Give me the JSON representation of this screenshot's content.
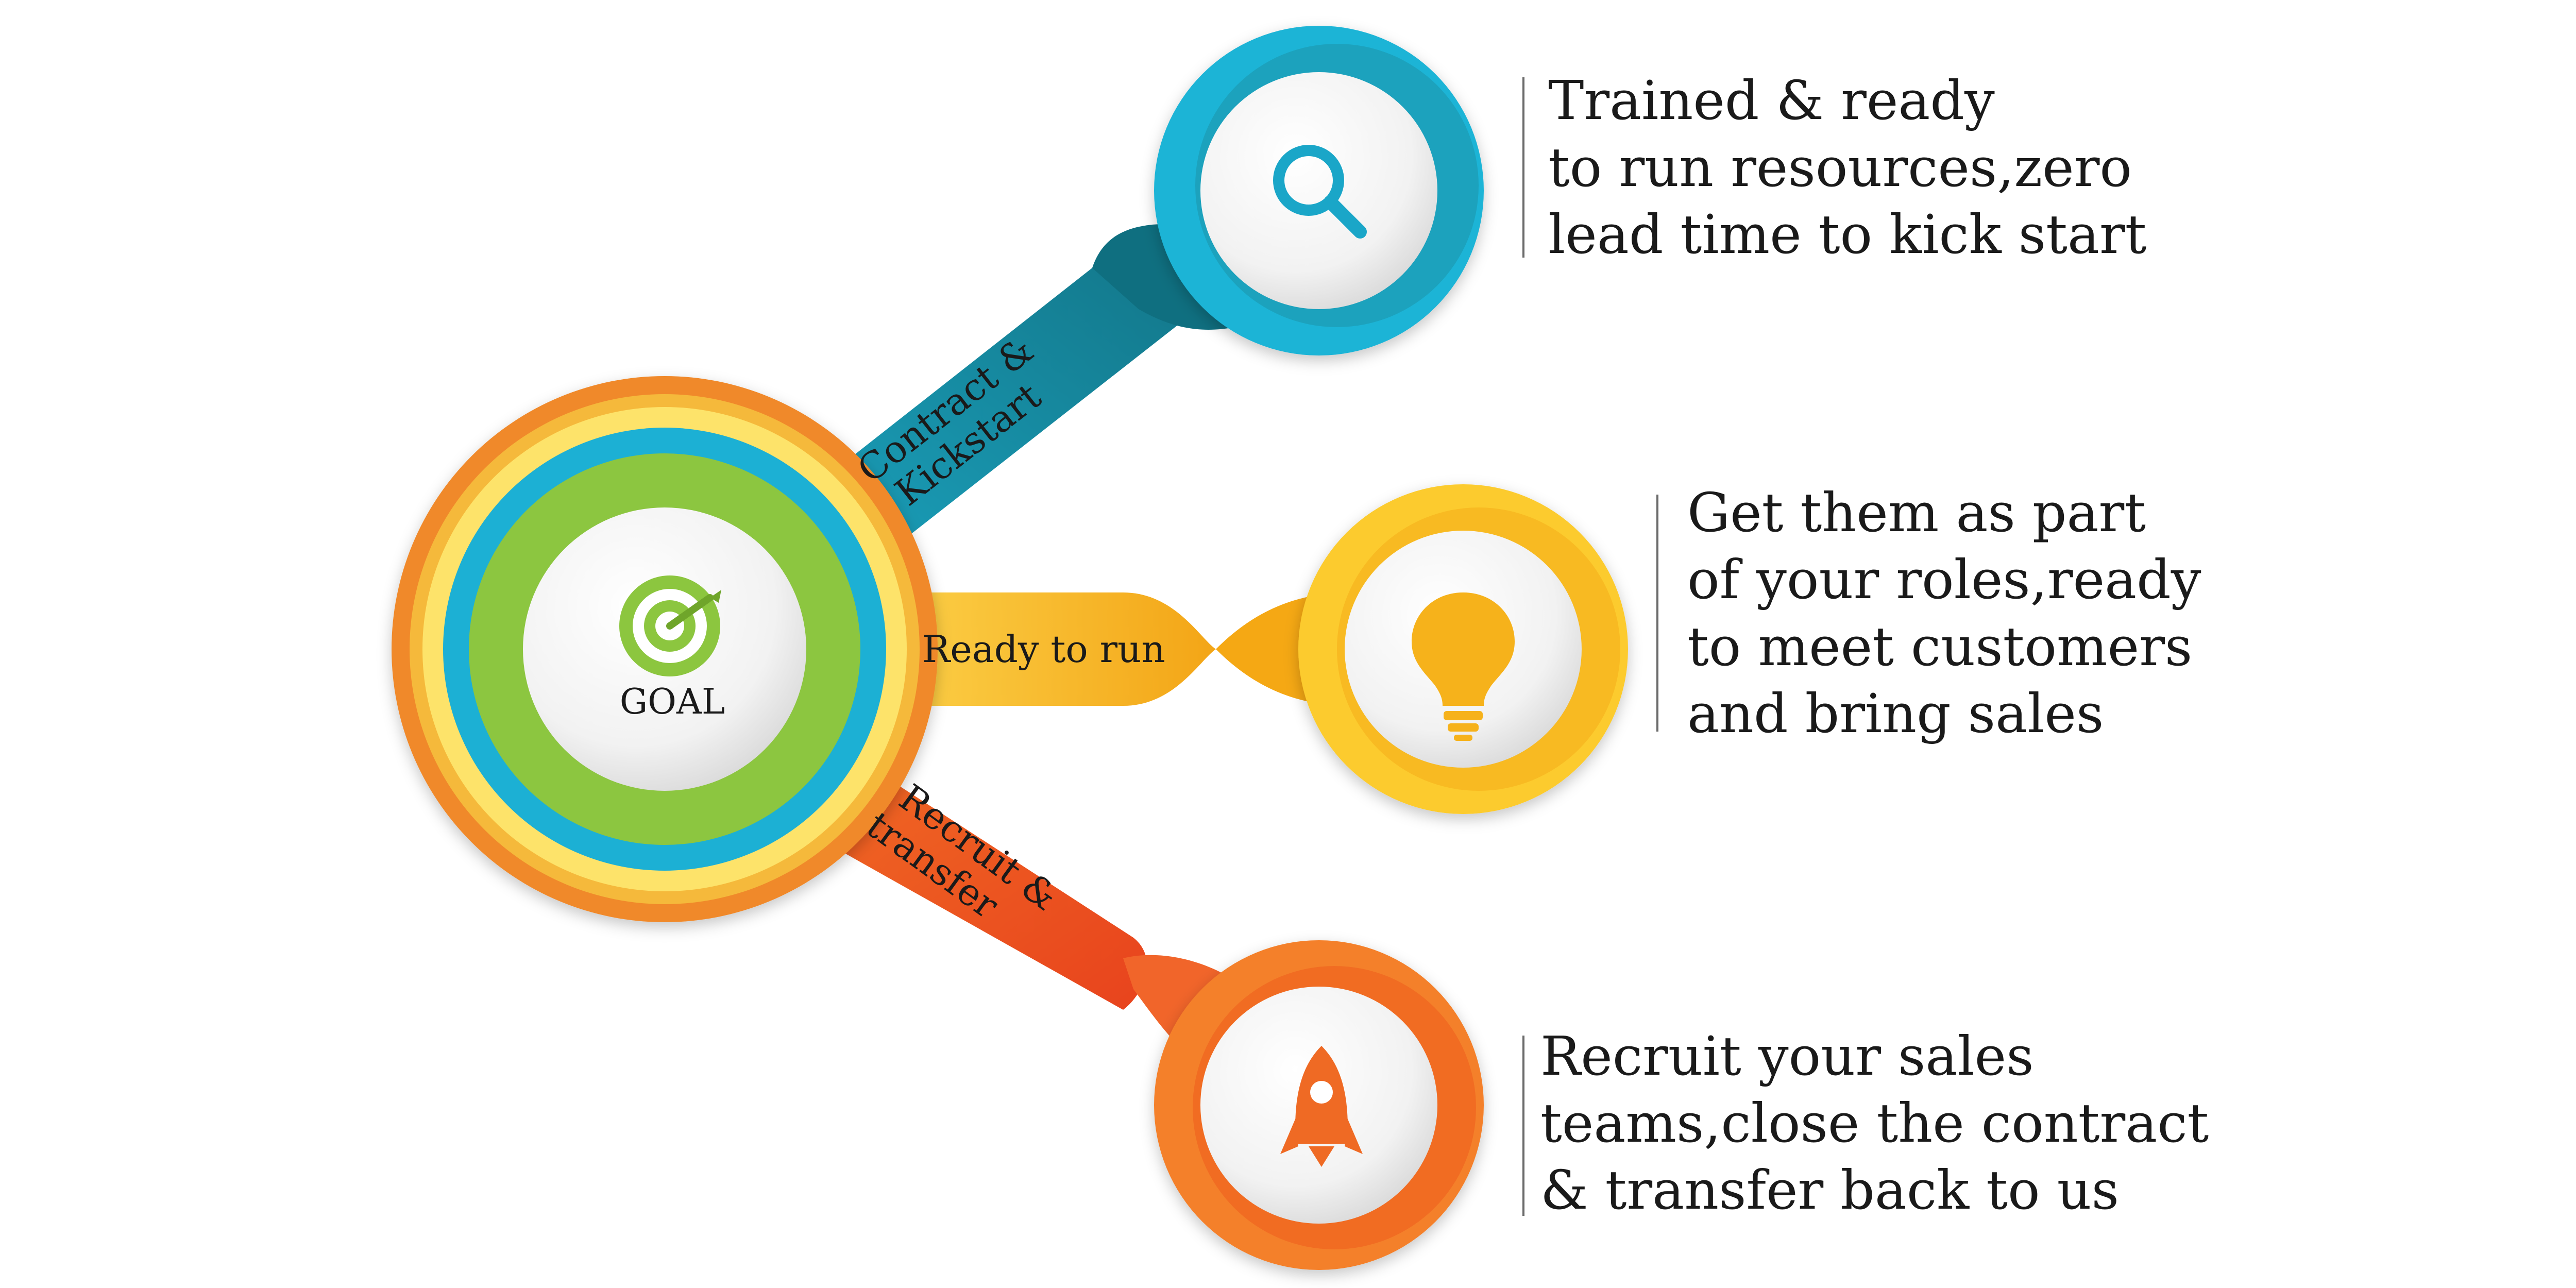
{
  "goal": {
    "label": "GOAL",
    "icon": "target-icon",
    "ring_colors": [
      "#f0892c",
      "#f5b93a",
      "#fde36a",
      "#1fb0d4",
      "#8cc63f"
    ]
  },
  "connectors": [
    {
      "label_lines": [
        "Contract &",
        "Kickstart"
      ],
      "color": "#1a93a8"
    },
    {
      "label_lines": [
        "Ready to run"
      ],
      "color": "#f7b52a"
    },
    {
      "label_lines": [
        "Recruit &",
        "transfer"
      ],
      "color": "#ec5a23"
    }
  ],
  "nodes": [
    {
      "icon": "magnifier-icon",
      "ring_color": "#1fb4d6",
      "icon_color": "#1aa6c8"
    },
    {
      "icon": "lightbulb-icon",
      "ring_color": "#fccb2e",
      "icon_color": "#f6b21b"
    },
    {
      "icon": "rocket-icon",
      "ring_color": "#f4802a",
      "icon_color": "#ef6a24"
    }
  ],
  "descriptions": [
    {
      "lines": [
        "Trained & ready",
        "to run resources,zero",
        "lead time to kick start"
      ]
    },
    {
      "lines": [
        "Get them as part",
        "of your roles,ready",
        "to meet customers",
        "and bring sales"
      ]
    },
    {
      "lines": [
        "Recruit your sales",
        "teams,close the contract",
        "& transfer back to us"
      ]
    }
  ]
}
